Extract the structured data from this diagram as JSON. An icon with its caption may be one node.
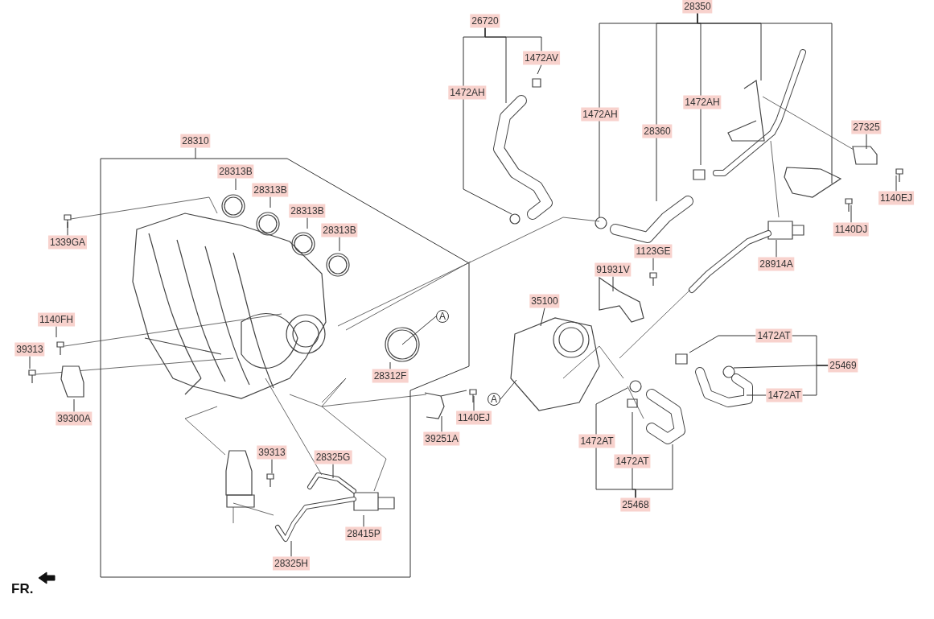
{
  "diagram": {
    "nodes": [
      {
        "text": [
          "26720"
        ]
      },
      {
        "text": [
          "1472AV"
        ]
      },
      {
        "text": [
          "1472AH"
        ]
      },
      {
        "text": [
          "28350"
        ]
      },
      {
        "text": [
          "1472AH"
        ]
      },
      {
        "text": [
          "28360"
        ]
      },
      {
        "text": [
          "1472AH"
        ]
      },
      {
        "text": [
          "27325"
        ]
      },
      {
        "text": [
          "1140EJ"
        ]
      },
      {
        "text": [
          "1140DJ"
        ]
      },
      {
        "text": [
          "28914A"
        ]
      },
      {
        "text": [
          "1123GE"
        ]
      },
      {
        "text": [
          "91931V"
        ]
      },
      {
        "text": [
          "35100"
        ]
      },
      {
        "text": [
          "28310"
        ]
      },
      {
        "text": [
          "28313B"
        ]
      },
      {
        "text": [
          "28313B"
        ]
      },
      {
        "text": [
          "28313B"
        ]
      },
      {
        "text": [
          "28313B"
        ]
      },
      {
        "text": [
          "1339GA"
        ]
      },
      {
        "text": [
          "1140FH"
        ]
      },
      {
        "text": [
          "39313"
        ]
      },
      {
        "text": [
          "39300A"
        ]
      },
      {
        "text": [
          "28312F"
        ]
      },
      {
        "text": [
          "A"
        ]
      },
      {
        "text": [
          "A"
        ]
      },
      {
        "text": [
          "1140EJ"
        ]
      },
      {
        "text": [
          "39251A"
        ]
      },
      {
        "text": [
          "39313"
        ]
      },
      {
        "text": [
          "28325G"
        ]
      },
      {
        "text": [
          "28415P"
        ]
      },
      {
        "text": [
          "28325H"
        ]
      },
      {
        "text": [
          "1472AT"
        ]
      },
      {
        "text": [
          "25469"
        ]
      },
      {
        "text": [
          "1472AT"
        ]
      },
      {
        "text": [
          "1472AT"
        ]
      },
      {
        "text": [
          "1472AT"
        ]
      },
      {
        "text": [
          "25468"
        ]
      }
    ],
    "edges": [
      {
        "from": 0,
        "to": null,
        "arrow": "none"
      },
      {
        "from": 0,
        "to": null,
        "arrow": "none"
      },
      {
        "from": 0,
        "to": 1,
        "arrow": "none"
      },
      {
        "from": 1,
        "to": null,
        "arrow": "none"
      },
      {
        "from": 3,
        "to": null,
        "arrow": "none"
      },
      {
        "from": 3,
        "to": null,
        "arrow": "none"
      },
      {
        "from": 3,
        "to": null,
        "arrow": "none"
      },
      {
        "from": 3,
        "to": null,
        "arrow": "none"
      },
      {
        "from": 3,
        "to": null,
        "arrow": "none"
      },
      {
        "from": 7,
        "to": null,
        "arrow": "none"
      },
      {
        "from": 8,
        "to": null,
        "arrow": "none"
      },
      {
        "from": 9,
        "to": null,
        "arrow": "none"
      },
      {
        "from": 10,
        "to": null,
        "arrow": "none"
      },
      {
        "from": 11,
        "to": null,
        "arrow": "none"
      },
      {
        "from": 12,
        "to": null,
        "arrow": "none"
      },
      {
        "from": 13,
        "to": null,
        "arrow": "none"
      },
      {
        "from": 14,
        "to": null,
        "arrow": "none"
      },
      {
        "from": 15,
        "to": null,
        "arrow": "none"
      },
      {
        "from": 16,
        "to": null,
        "arrow": "none"
      },
      {
        "from": 17,
        "to": null,
        "arrow": "none"
      },
      {
        "from": 18,
        "to": null,
        "arrow": "none"
      },
      {
        "from": 19,
        "to": null,
        "arrow": "none"
      },
      {
        "from": 20,
        "to": null,
        "arrow": "none"
      },
      {
        "from": 21,
        "to": null,
        "arrow": "none"
      },
      {
        "from": 22,
        "to": null,
        "arrow": "none"
      },
      {
        "from": 23,
        "to": null,
        "arrow": "none"
      },
      {
        "from": 24,
        "to": null,
        "arrow": "none"
      },
      {
        "from": 25,
        "to": null,
        "arrow": "none"
      },
      {
        "from": 26,
        "to": null,
        "arrow": "none"
      },
      {
        "from": 27,
        "to": null,
        "arrow": "none"
      },
      {
        "from": 28,
        "to": null,
        "arrow": "none"
      },
      {
        "from": 29,
        "to": null,
        "arrow": "none"
      },
      {
        "from": 30,
        "to": null,
        "arrow": "none"
      },
      {
        "from": 31,
        "to": null,
        "arrow": "none"
      },
      {
        "from": 32,
        "to": null,
        "arrow": "none"
      },
      {
        "from": 33,
        "to": 32,
        "arrow": "none"
      },
      {
        "from": 33,
        "to": 34,
        "arrow": "none"
      },
      {
        "from": 33,
        "to": null,
        "arrow": "none"
      },
      {
        "from": 34,
        "to": null,
        "arrow": "none"
      },
      {
        "from": 37,
        "to": null,
        "arrow": "none"
      },
      {
        "from": 37,
        "to": null,
        "arrow": "none"
      },
      {
        "from": 37,
        "to": null,
        "arrow": "none"
      }
    ],
    "labels": [
      "FR."
    ]
  }
}
